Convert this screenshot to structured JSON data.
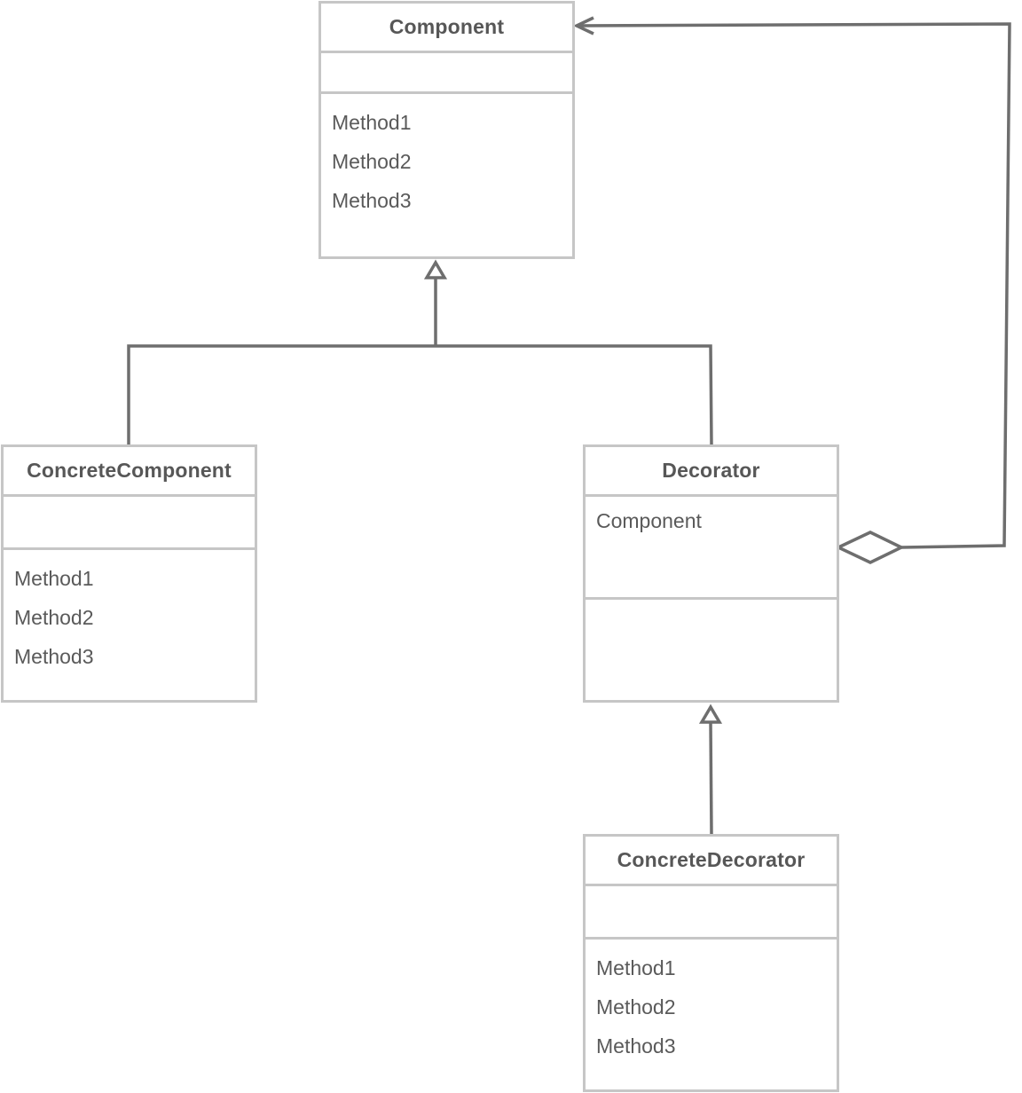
{
  "colors": {
    "box_border": "#c6c6c6",
    "connector": "#6e6e6e",
    "text": "#575757",
    "background": "#ffffff"
  },
  "classes": {
    "component": {
      "name": "Component",
      "attributes": [],
      "operations": [
        "Method1",
        "Method2",
        "Method3"
      ]
    },
    "concrete_component": {
      "name": "ConcreteComponent",
      "attributes": [],
      "operations": [
        "Method1",
        "Method2",
        "Method3"
      ]
    },
    "decorator": {
      "name": "Decorator",
      "attributes": [
        "Component"
      ],
      "operations": []
    },
    "concrete_decorator": {
      "name": "ConcreteDecorator",
      "attributes": [],
      "operations": [
        "Method1",
        "Method2",
        "Method3"
      ]
    }
  },
  "relationships": [
    {
      "type": "generalization",
      "from": "ConcreteComponent",
      "to": "Component"
    },
    {
      "type": "generalization",
      "from": "Decorator",
      "to": "Component"
    },
    {
      "type": "generalization",
      "from": "ConcreteDecorator",
      "to": "Decorator"
    },
    {
      "type": "aggregation",
      "from": "Decorator",
      "to": "Component"
    }
  ]
}
